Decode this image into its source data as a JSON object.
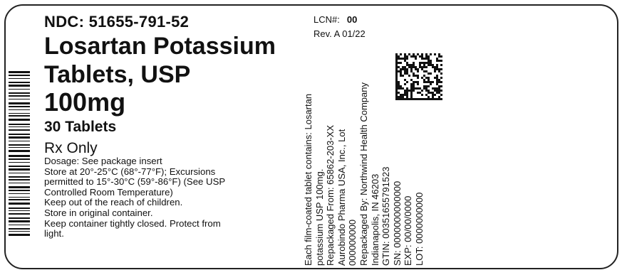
{
  "label": {
    "ndc": "NDC: 51655-791-52",
    "drug_name_line1": "Losartan Potassium",
    "drug_name_line2": "Tablets, USP",
    "strength": "100mg",
    "count": "30 Tablets",
    "rx_only": "Rx Only",
    "info_lines": [
      "Dosage: See package insert",
      "Store at 20°-25°C (68°-77°F); Excursions",
      "permitted to 15°-30°C (59°-86°F)  (See USP",
      "Controlled Room Temperature)",
      "Keep out of the reach of children.",
      "Store in original container.",
      "Keep container tightly closed. Protect from",
      "light."
    ],
    "lcn_label": "LCN#:",
    "lcn_value": "00",
    "revision": "Rev.  A 01/22",
    "side_text": [
      "Each film-coated tablet contains: Losartan",
      "potassium USP 100mg.",
      "Repackaged From: 65862-203-XX",
      "Aurobindo Pharma USA, Inc., Lot",
      "000000000",
      "Repackaged By: Northwind Health Company",
      "Indianapolis, IN 46203",
      "GTIN: 00351655791523",
      "SN: 0000000000000",
      "EXP: 00/00/0000",
      "LOT: 0000000000"
    ]
  }
}
